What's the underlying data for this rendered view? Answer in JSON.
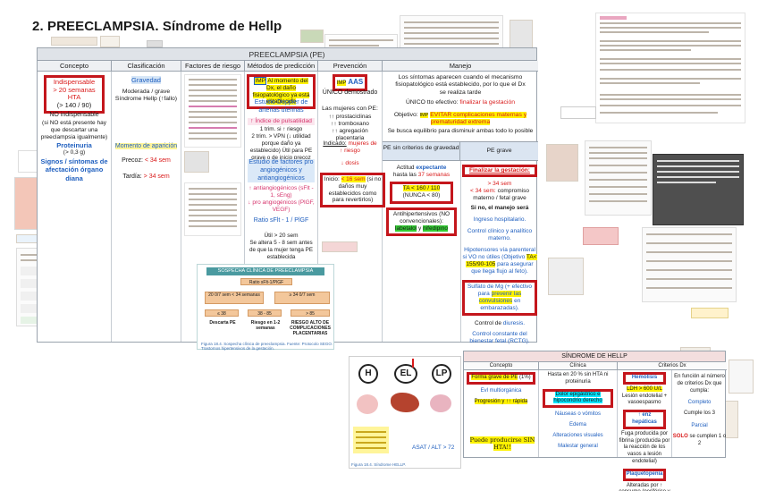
{
  "title": "2. PREECLAMPSIA. Síndrome de Hellp",
  "main_table": {
    "header": "PREECLAMPSIA (PE)",
    "columns": [
      "Concepto",
      "Clasificación",
      "Factores de riesgo",
      "Métodos de predicción",
      "Prevención",
      "Manejo"
    ],
    "concepto": {
      "box_1": "Indispensable",
      "box_2": "> 20 semanas HTA",
      "box_3": "(> 140 / 90)",
      "no_label": "NO indispensable",
      "no_text": "(si NO está presente hay que descartar una preeclampsia igualmente)",
      "proteinuria": "Proteinuria",
      "prot_val": "(> 0,3 g)",
      "signos": "Signos / síntomas de afectación órgano diana"
    },
    "clasificacion": {
      "gravedad": "Gravedad",
      "moderada": "Moderada / grave Síndrome Hellp (↑fallo)",
      "momento": "Momento de aparición",
      "precoz_l": "Precoz:",
      "precoz_v": "< 34 sem",
      "tardia_l": "Tardía:",
      "tardia_v": "> 34 sem"
    },
    "metodos": {
      "imp_1": "IMP",
      "imp_text": "Al momento del Dx, el daño fisiopatológico ya está establecido",
      "doppler": "Estudio Doppler de arterias uterinas",
      "pulsatilidad": "↑ Índice de pulsatilidad",
      "trim": "1 trim. si ↑ riesgo",
      "trim2": "2 trim. > VPN (↓ utilidad porque daño ya establecido) Útil para PE grave o de inicio precoz",
      "factores": "Estudio de factores pro angiogénicos y antiangiogénicos",
      "anti": "↑ antiangiogénicos (sFlt - 1, sEng)",
      "pro": "↓ pro angiogénicos (PlGF, VEGF)",
      "ratio": "Ratio sFlt - 1 / PlGF",
      "util": "Útil > 20 sem",
      "util2": "Se altera 5 - 8 sem antes de que la mujer tenga PE establecida"
    },
    "prevencion": {
      "imp": "IMP",
      "aas": "AAS",
      "unico": "ÚNICO demostrado",
      "mujeres": "Las mujeres con PE:",
      "l1": "↑↑ prostaciclinas",
      "l2": "↑↑ tromboxano",
      "l3": "↑↑ agregación placentaria",
      "indicado": "Indicado:",
      "ind_val": "mujeres de ↑ riesgo",
      "dosis": "↓ dosis",
      "inicio": "Inicio:",
      "inicio_val": "< 16 sem",
      "inicio_tail": "(si no daños muy establecidos como para revertirlos)"
    },
    "manejo": {
      "intro": "Los síntomas aparecen cuando el mecanismo fisiopatológico está establecido, por lo que el Dx se realiza tarde",
      "unico": "ÚNICO tto efectivo:",
      "unico_val": "finalizar la gestación",
      "objetivo": "Objetivo:",
      "imp": "IMP",
      "evitar": "EVITAR complicaciones maternas y prematuridad extrema",
      "busca": "Se busca equilibrio para disminuir ambas todo lo posible",
      "sub_left": "PE sin criterios de gravedad",
      "sub_right": "PE grave",
      "actitud": "Actitud",
      "expectante": "expectante",
      "hasta": "hasta las",
      "semanas": "37 semanas",
      "ta": "TA < 160 / 110",
      "nunca": "(NUNCA < 80)",
      "antihip": "Antihipertensivos (NO convencionales):",
      "labetalol": "labetalol",
      "nifedipino": "nifedipino",
      "finalizar": "Finalizar la gestación:",
      "g34": "> 34 sem",
      "l34": "< 34 sem:",
      "l34_text": "compromiso materno / fetal grave",
      "si_no": "Si no, el manejo será",
      "ingreso": "Ingreso hospitalario.",
      "control": "Control clínico y analítico materno.",
      "hipot": "Hipotensores vía parenteral si VO no útiles (Objetivo",
      "hipot_val": "TA< 155/90-105",
      "hipot_tail": "para asegurar que llega flujo al feto).",
      "sulfato": "Sulfato de Mg (+ efectivo para",
      "prevenir": "prevenir las convulsiones",
      "emb": "en embarazadas).",
      "diuresis_l": "Control de",
      "diuresis": "diuresis.",
      "bienestar": "Control constante del bienestar fetal (RCTG)."
    }
  },
  "flowchart": {
    "title": "SOSPECHA CLÍNICA DE PREECLAMPSIA",
    "ratio": "Ratio sFlt-1/PlGF",
    "b1": "20 0/7 sem < 34 semanas",
    "b2": "≥ 34 0/7 sem",
    "b3": "≤ 38",
    "b4": "38 - 85",
    "b5": "> 85",
    "d1": "Descarta PE",
    "d2": "Riesgo en 1-2 semanas",
    "d3": "RIESGO ALTO DE COMPLICACIONES PLACENTARIAS",
    "caption": "Figura 18.4. Sospecha clínica de preeclampsia. Fuente: Protocolo SEGO. Trastornos hipertensivos de la gestación."
  },
  "diagram": {
    "h": "H",
    "el": "EL",
    "lp": "LP",
    "ratio_label": "ASAT / ALT > 72",
    "caption": "Figura 18.4. Síndrome HELLP."
  },
  "hellp_table": {
    "header": "SÍNDROME DE HELLP",
    "columns": [
      "Concepto",
      "Clínica",
      "Criterios Dx"
    ],
    "c1": "Forma grave de PE",
    "c1b": "(1%)",
    "c2": "Evl multiorgánica",
    "c3": "Progresión y ↑↑ rápida",
    "cl1": "Hasta en 20 % sin HTA ni proteinuria",
    "cl2": "Dolor epigástrico e hipocondrio derecho",
    "cl3": "Náuseas o vómitos",
    "cl4": "Edema",
    "cl5": "Alteraciones visuales",
    "cl6": "Malestar general",
    "cr1": "Hemólisis",
    "cr2": "LDH > 600 U/L",
    "cr3": "Lesión endotelial + vasoespasmo",
    "cr4": "↑ enz hepáticas",
    "cr5": "Fuga producida por fibrina (producida por la reacción de los vasos a lesión endotelial)",
    "cr6": "Plaquetopenia",
    "cr7": "Alteradas por ↑ consumo (periférico y hepático) = destrucción",
    "cd1": "En función al número de criterios Dx que cumpla:",
    "cd2": "Completo",
    "cd3": "Cumple los 3",
    "cd4": "Parcial",
    "cd5": "SOLO",
    "cd6": "se cumplen 1 o 2",
    "note": "Puede producirse SIN HTA!!"
  }
}
